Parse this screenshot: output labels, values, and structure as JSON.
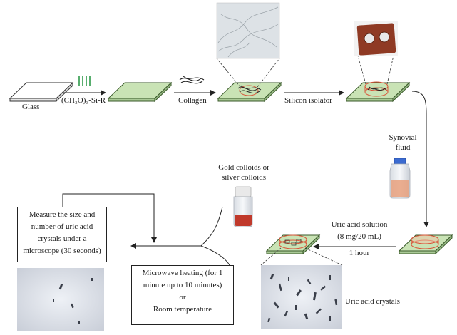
{
  "steps": {
    "glass": "Glass",
    "silane": "(CH₃O)₃-Si-R",
    "collagen": "Collagen",
    "silicon_isolator": "Silicon isolator",
    "synovial_fluid_line1": "Synovial",
    "synovial_fluid_line2": "fluid",
    "uric_acid_solution": "Uric acid solution",
    "uric_acid_concentration": "(8 mg/20 mL)",
    "incubation_time": "1 hour",
    "colloids_line1": "Gold colloids or",
    "colloids_line2": "silver colloids",
    "uric_acid_crystals": "Uric acid crystals"
  },
  "boxes": {
    "measure": [
      "Measure the size and",
      "number of uric acid",
      "crystals under a",
      "microscope (30 seconds)"
    ],
    "heating": [
      "Microwave heating (for 1",
      "minute up to 10 minutes)",
      "or",
      "Room temperature"
    ]
  },
  "colors": {
    "slide_fill": "#c9e3b5",
    "slide_edge": "#3a5a2a",
    "isolator_ring": "#d9553a",
    "silane_lines": "#2e9a4a",
    "isolator_sheet": "#8f3a24",
    "colloid_liquid": "#c0392b",
    "synovial_liquid": "#e8a07c"
  }
}
